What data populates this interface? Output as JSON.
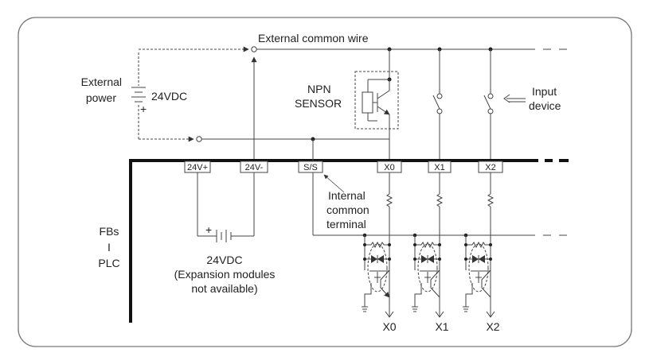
{
  "diagram": {
    "labels": {
      "external_common_wire": "External common wire",
      "external_power_line1": "External",
      "external_power_line2": "power",
      "external_voltage": "24VDC",
      "npn_line1": "NPN",
      "npn_line2": "SENSOR",
      "input_device_line1": "Input",
      "input_device_line2": "device",
      "internal_common_line1": "Internal",
      "internal_common_line2": "common",
      "internal_common_line3": "terminal",
      "plc_line1": "FBs",
      "plc_line2": "I",
      "plc_line3": "PLC",
      "internal_voltage": "24VDC",
      "expansion_line1": "(Expansion modules",
      "expansion_line2": "not available)",
      "plus_external": "+",
      "plus_internal": "+"
    },
    "terminals": [
      "24V+",
      "24V-",
      "S/S",
      "X0",
      "X1",
      "X2"
    ],
    "outputs": [
      "X0",
      "X1",
      "X2"
    ]
  }
}
